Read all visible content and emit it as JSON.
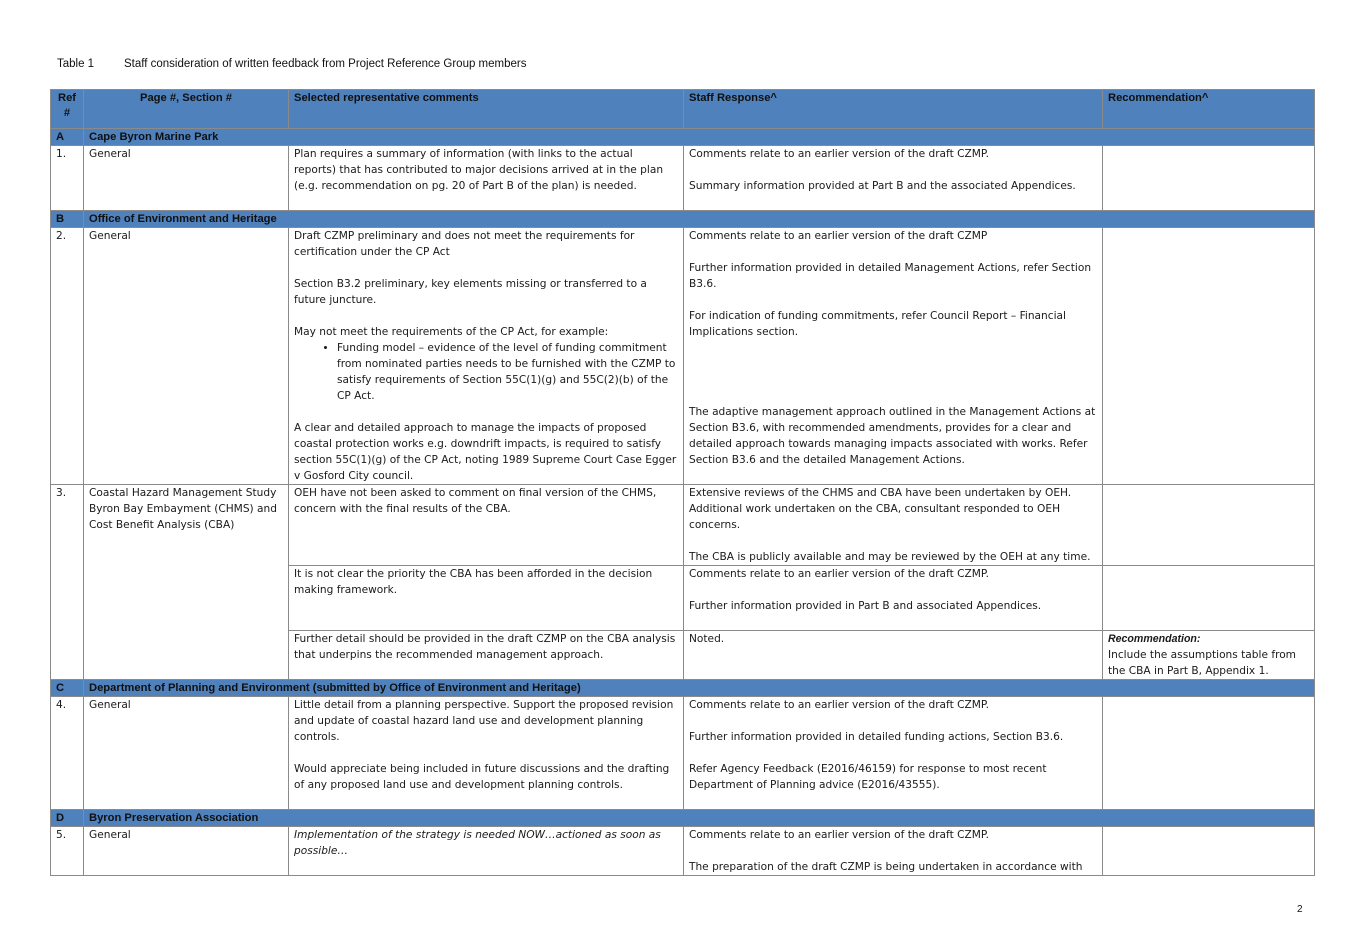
{
  "caption": {
    "number": "Table 1",
    "title": "Staff consideration of written feedback from Project Reference Group members"
  },
  "headers": {
    "ref": "Ref #",
    "page": "Page #, Section #",
    "comments": "Selected representative comments",
    "response": "Staff Response^",
    "recommendation": "Recommendation^"
  },
  "sections": {
    "A": {
      "letter": "A",
      "title": "Cape Byron Marine Park"
    },
    "B": {
      "letter": "B",
      "title": "Office of Environment and Heritage"
    },
    "C": {
      "letter": "C",
      "title": "Department of Planning and Environment (submitted by Office of Environment and Heritage)"
    },
    "D": {
      "letter": "D",
      "title": "Byron Preservation Association"
    }
  },
  "rows": {
    "r1": {
      "ref": "1.",
      "page": "General",
      "comment": "Plan requires a summary of information (with links to the actual reports) that has contributed to major decisions arrived at in the plan (e.g. recommendation on pg. 20 of Part B of the plan) is needed.",
      "response_1": "Comments relate to an earlier version of the draft CZMP.",
      "response_2": "Summary information provided at Part B and the associated Appendices."
    },
    "r2": {
      "ref": "2.",
      "page": "General",
      "comment_1": "Draft CZMP preliminary and does not meet the requirements for certification under the CP Act",
      "comment_2": "Section B3.2 preliminary, key elements missing or transferred to a future juncture.",
      "comment_3": "May not meet the requirements of the CP Act, for example:",
      "comment_bullet": "Funding model – evidence of the level of funding commitment from nominated parties needs to be furnished with the CZMP to satisfy requirements of Section 55C(1)(g) and 55C(2)(b) of the CP Act.",
      "comment_4": "A clear and detailed approach to manage the impacts of proposed coastal protection works e.g. downdrift impacts, is required to satisfy section 55C(1)(g) of the CP Act, noting 1989 Supreme Court Case Egger v Gosford City council.",
      "response_1": "Comments relate to an earlier version of the draft CZMP",
      "response_2": "Further information provided in detailed Management Actions, refer Section B3.6.",
      "response_3": "For indication of funding commitments, refer Council Report – Financial Implications section.",
      "response_4": "The adaptive management approach outlined in the Management Actions at Section B3.6, with recommended amendments, provides for a clear and detailed approach towards managing impacts associated with works. Refer Section B3.6 and the detailed Management Actions."
    },
    "r3": {
      "ref": "3.",
      "page": "Coastal Hazard Management Study Byron Bay Embayment (CHMS) and Cost Benefit Analysis (CBA)",
      "a_comment": "OEH have not been asked to comment on final version of the CHMS, concern with the final results of the CBA.",
      "a_response_1": "Extensive reviews of the CHMS and CBA have been undertaken by OEH. Additional work undertaken on the CBA, consultant responded to OEH concerns.",
      "a_response_2": "The CBA is publicly available and may be reviewed by the OEH at any time.",
      "b_comment": "It is not clear the priority the CBA has been afforded in the decision making framework.",
      "b_response_1": "Comments relate to an earlier version of the draft CZMP.",
      "b_response_2": "Further information provided in Part B and associated Appendices.",
      "c_comment": "Further detail should be provided in the draft CZMP on the CBA analysis that underpins the recommended management approach.",
      "c_response": "Noted.",
      "c_rec_label": "Recommendation:",
      "c_rec_text": "Include the assumptions table from the CBA in Part B, Appendix 1."
    },
    "r4": {
      "ref": "4.",
      "page": "General",
      "comment_1": "Little detail from a planning perspective. Support the proposed revision and update of coastal hazard land use and development planning controls.",
      "comment_2": "Would appreciate being included in future discussions and the drafting of any proposed land use and development planning controls.",
      "response_1": "Comments relate to an earlier version of the draft CZMP.",
      "response_2": "Further information provided in detailed funding actions, Section B3.6.",
      "response_3": "Refer Agency Feedback (E2016/46159) for response to most recent Department of Planning advice (E2016/43555)."
    },
    "r5": {
      "ref": "5.",
      "page": "General",
      "comment": "Implementation of the strategy is needed NOW…actioned as soon as possible…",
      "response_1": "Comments relate to an earlier version of the draft CZMP.",
      "response_2": "The preparation of the draft CZMP is being undertaken in accordance with"
    }
  },
  "page_number": "2"
}
